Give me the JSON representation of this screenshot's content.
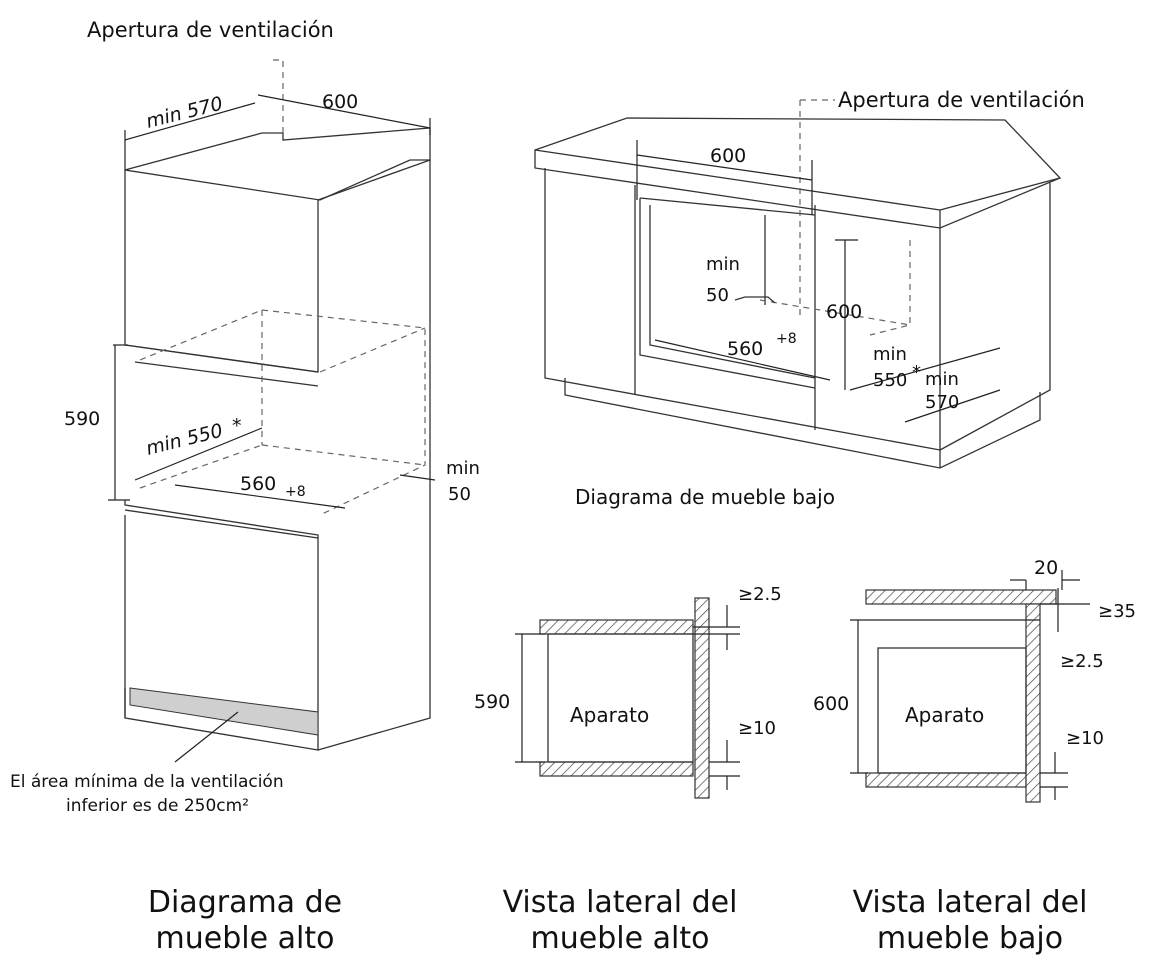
{
  "labels": {
    "vent_top_left": "Apertura de ventilación",
    "vent_top_right": "Apertura de ventilación",
    "tall_min570": "min 570",
    "tall_600": "600",
    "tall_590": "590",
    "tall_min550": "min 550",
    "tall_star": "*",
    "tall_560": "560",
    "tall_560_tol": "+8",
    "tall_min": "min",
    "tall_50": "50",
    "vent_note_1": "El área mínima de la ventilación",
    "vent_note_2": "inferior es de 250cm²",
    "base_600_top": "600",
    "base_min": "min",
    "base_50": "50",
    "base_600_h": "600",
    "base_560": "560",
    "base_560_tol": "+8",
    "base_min_a": "min",
    "base_550": "550",
    "base_star": "*",
    "base_min_b": "min",
    "base_570": "570",
    "base_caption": "Diagrama de mueble bajo",
    "side_tall_25": "≥2.5",
    "side_tall_590": "590",
    "side_tall_app": "Aparato",
    "side_tall_10": "≥10",
    "side_base_20": "20",
    "side_base_35": "≥35",
    "side_base_25": "≥2.5",
    "side_base_600": "600",
    "side_base_app": "Aparato",
    "side_base_10": "≥10"
  },
  "captions": {
    "tall_1": "Diagrama de",
    "tall_2": "mueble alto",
    "side_tall_1": "Vista lateral del",
    "side_tall_2": "mueble alto",
    "side_base_1": "Vista lateral del",
    "side_base_2": "mueble bajo"
  }
}
